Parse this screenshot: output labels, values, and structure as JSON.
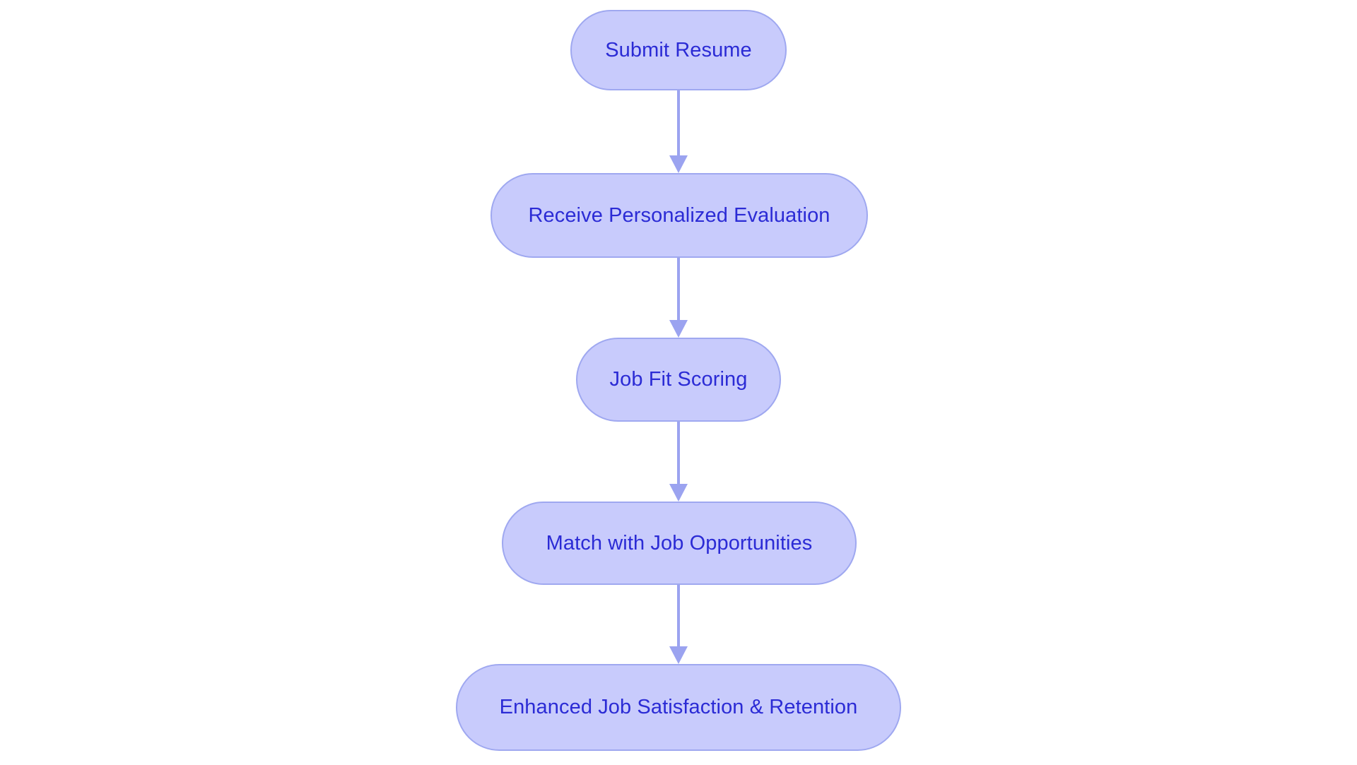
{
  "diagram": {
    "type": "flowchart",
    "orientation": "vertical-top-to-bottom",
    "title": "",
    "background_color": "#ffffff",
    "node_fill_color": "#c8cbfc",
    "node_border_color": "#9fa8f0",
    "node_text_color": "#2b2bd5",
    "arrow_color": "#9ba3f0",
    "node_shape": "stadium",
    "nodes": [
      {
        "id": "n0",
        "label": "Submit Resume"
      },
      {
        "id": "n1",
        "label": "Receive Personalized Evaluation"
      },
      {
        "id": "n2",
        "label": "Job Fit Scoring"
      },
      {
        "id": "n3",
        "label": "Match with Job Opportunities"
      },
      {
        "id": "n4",
        "label": "Enhanced Job Satisfaction & Retention"
      }
    ],
    "edges": [
      {
        "id": "e0",
        "from": "n0",
        "to": "n1",
        "label": "",
        "arrow": "down-arrow-icon"
      },
      {
        "id": "e1",
        "from": "n1",
        "to": "n2",
        "label": "",
        "arrow": "down-arrow-icon"
      },
      {
        "id": "e2",
        "from": "n2",
        "to": "n3",
        "label": "",
        "arrow": "down-arrow-icon"
      },
      {
        "id": "e3",
        "from": "n3",
        "to": "n4",
        "label": "",
        "arrow": "down-arrow-icon"
      }
    ]
  }
}
